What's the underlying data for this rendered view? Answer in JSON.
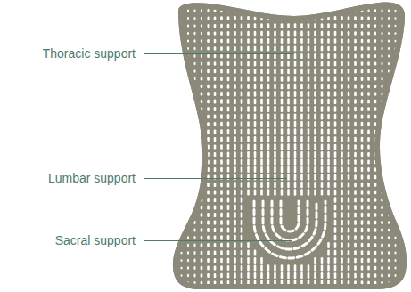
{
  "diagram": {
    "labels": [
      "Thoracic support",
      "Lumbar support",
      "Sacral support"
    ]
  }
}
